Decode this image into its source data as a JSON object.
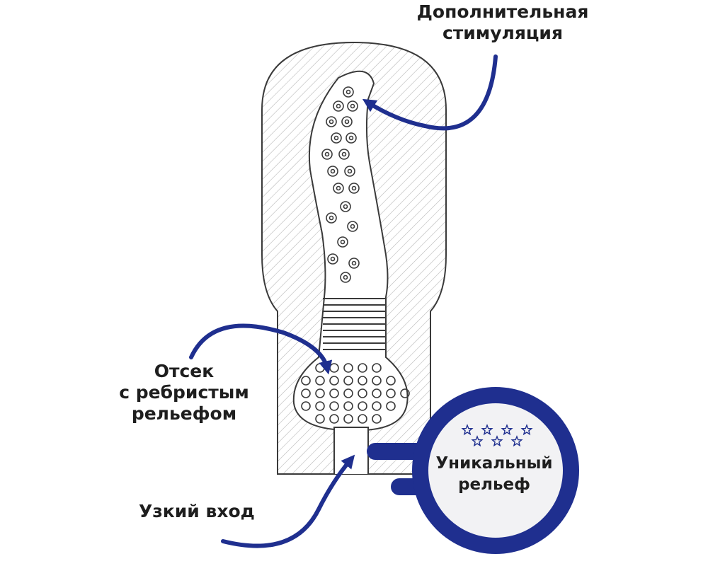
{
  "labels": {
    "top_line1": "Дополнительная",
    "top_line2": "стимуляция",
    "left_line1": "Отсек",
    "left_line2": "с ребристым",
    "left_line3": "рельефом",
    "bottom": "Узкий вход"
  },
  "badge": {
    "line1": "Уникальный",
    "line2": "рельеф"
  },
  "colors": {
    "accent_blue": "#1f2f8f",
    "outline": "#3a3a3a",
    "hatch": "#b8b8b8",
    "badge_fill": "#f2f2f4"
  }
}
